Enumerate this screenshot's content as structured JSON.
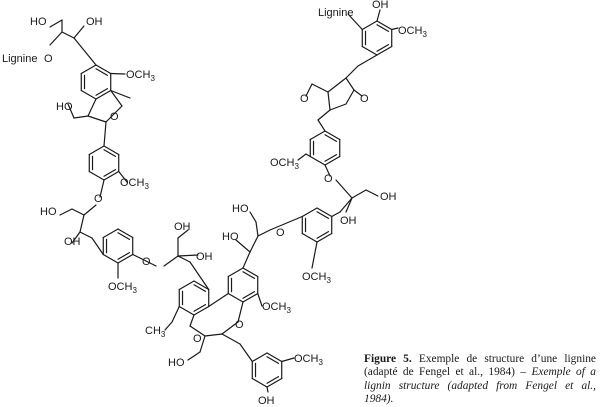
{
  "caption": {
    "figure_label": "Figure 5.",
    "french_text": "Exemple de structure d’une lignine (adapté de Fengel et al., 1984) –",
    "english_text": "Exemple of a lignin structure (adapted from Fengel et al., 1984)."
  },
  "structure_labels": {
    "lignin": "Lignine",
    "hydroxyl": "OH",
    "hydroxyl_left": "HO",
    "methoxy": "OCH",
    "methoxy_left": "CH",
    "methoxy_sub": "3",
    "oxygen": "O"
  }
}
